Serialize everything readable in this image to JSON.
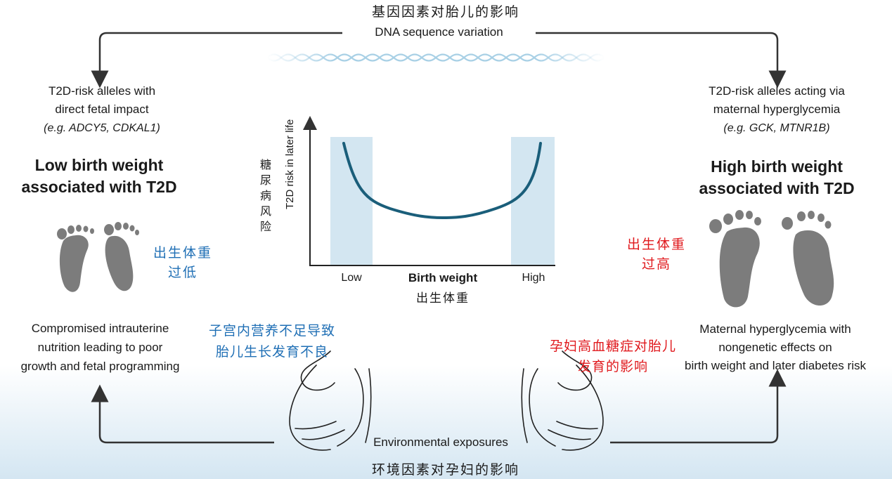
{
  "colors": {
    "blue_annotation": "#1f6fb5",
    "red_annotation": "#e0191d",
    "curve": "#1a5e7a",
    "band": "#cfe3ef",
    "foot": "#7a7a7a",
    "arrow": "#333333"
  },
  "top": {
    "cn_title": "基因因素对胎儿的影响",
    "dna_label": "DNA sequence variation"
  },
  "bottom": {
    "env_label": "Environmental exposures",
    "cn_title": "环境因素对孕妇的影响"
  },
  "left": {
    "alleles_line1": "T2D-risk alleles with",
    "alleles_line2": "direct fetal impact",
    "example": "(e.g. ADCY5, CDKAL1)",
    "heading_line1": "Low birth weight",
    "heading_line2": "associated with T2D",
    "cn_weight_line1": "出生体重",
    "cn_weight_line2": "过低",
    "env_line1": "Compromised intrauterine",
    "env_line2": "nutrition leading to poor",
    "env_line3": "growth and fetal programming",
    "cn_env_line1": "子宫内营养不足导致",
    "cn_env_line2": "胎儿生长发育不良"
  },
  "right": {
    "alleles_line1": "T2D-risk alleles acting via",
    "alleles_line2": "maternal hyperglycemia",
    "example": "(e.g. GCK, MTNR1B)",
    "heading_line1": "High birth weight",
    "heading_line2": "associated with T2D",
    "cn_weight_line1": "出生体重",
    "cn_weight_line2": "过高",
    "env_line1": "Maternal hyperglycemia with",
    "env_line2": "nongenetic effects on",
    "env_line3": "birth weight and later diabetes risk",
    "cn_env_line1": "孕妇高血糖症对胎儿",
    "cn_env_line2": "发育的影响"
  },
  "chart_data": {
    "type": "line",
    "xlabel": "Birth weight",
    "xlabel_cn": "出生体重",
    "ylabel": "T2D risk in later life",
    "ylabel_cn": "糖尿病风险",
    "x_ticks": [
      "Low",
      "High"
    ],
    "shape": "U-shaped curve: risk high at low and high birth weight, lowest in the middle",
    "shaded_bands": [
      "Low",
      "High"
    ]
  }
}
